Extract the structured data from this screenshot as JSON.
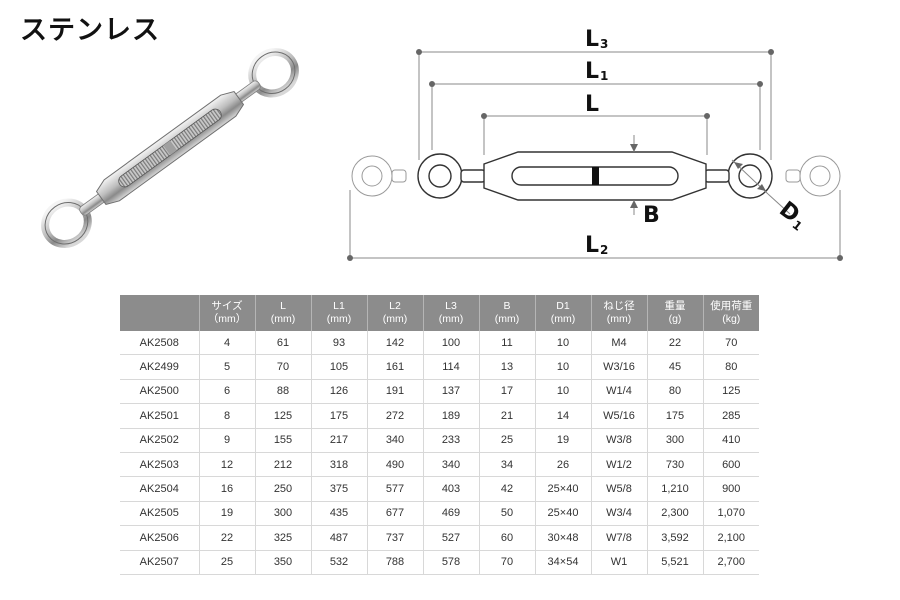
{
  "title": "ステンレス",
  "diagram_labels": {
    "L3": {
      "main": "L",
      "sub": "3"
    },
    "L1": {
      "main": "L",
      "sub": "1"
    },
    "L": {
      "main": "L",
      "sub": ""
    },
    "B": {
      "main": "B",
      "sub": ""
    },
    "D1": {
      "main": "D",
      "sub": "1"
    },
    "L2": {
      "main": "L",
      "sub": "2"
    }
  },
  "table": {
    "headers": [
      {
        "name": "",
        "unit": ""
      },
      {
        "name": "サイズ",
        "unit": "（mm）"
      },
      {
        "name": "L",
        "unit": "(mm)"
      },
      {
        "name": "L1",
        "unit": "(mm)"
      },
      {
        "name": "L2",
        "unit": "(mm)"
      },
      {
        "name": "L3",
        "unit": "(mm)"
      },
      {
        "name": "B",
        "unit": "(mm)"
      },
      {
        "name": "D1",
        "unit": "(mm)"
      },
      {
        "name": "ねじ径",
        "unit": "(mm)"
      },
      {
        "name": "重量",
        "unit": "(g)"
      },
      {
        "name": "使用荷重",
        "unit": "(kg)"
      }
    ],
    "rows": [
      [
        "AK2508",
        "4",
        "61",
        "93",
        "142",
        "100",
        "11",
        "10",
        "M4",
        "22",
        "70"
      ],
      [
        "AK2499",
        "5",
        "70",
        "105",
        "161",
        "114",
        "13",
        "10",
        "W3/16",
        "45",
        "80"
      ],
      [
        "AK2500",
        "6",
        "88",
        "126",
        "191",
        "137",
        "17",
        "10",
        "W1/4",
        "80",
        "125"
      ],
      [
        "AK2501",
        "8",
        "125",
        "175",
        "272",
        "189",
        "21",
        "14",
        "W5/16",
        "175",
        "285"
      ],
      [
        "AK2502",
        "9",
        "155",
        "217",
        "340",
        "233",
        "25",
        "19",
        "W3/8",
        "300",
        "410"
      ],
      [
        "AK2503",
        "12",
        "212",
        "318",
        "490",
        "340",
        "34",
        "26",
        "W1/2",
        "730",
        "600"
      ],
      [
        "AK2504",
        "16",
        "250",
        "375",
        "577",
        "403",
        "42",
        "25×40",
        "W5/8",
        "1,210",
        "900"
      ],
      [
        "AK2505",
        "19",
        "300",
        "435",
        "677",
        "469",
        "50",
        "25×40",
        "W3/4",
        "2,300",
        "1,070"
      ],
      [
        "AK2506",
        "22",
        "325",
        "487",
        "737",
        "527",
        "60",
        "30×48",
        "W7/8",
        "3,592",
        "2,100"
      ],
      [
        "AK2507",
        "25",
        "350",
        "532",
        "788",
        "578",
        "70",
        "34×54",
        "W1",
        "5,521",
        "2,700"
      ]
    ]
  }
}
